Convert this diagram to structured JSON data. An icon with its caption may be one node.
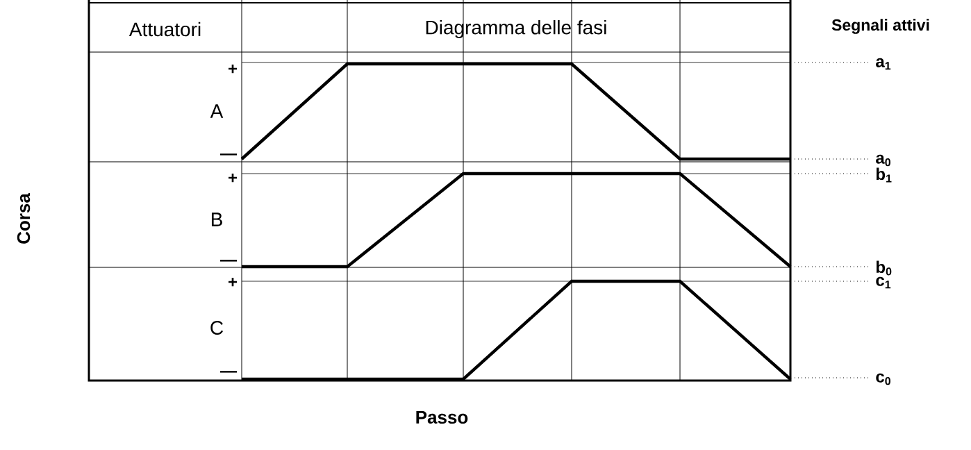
{
  "diagram": {
    "nodes": [
      {
        "text": [
          "a$_{1}$"
        ]
      },
      {
        "text": [
          "a$_{0}$"
        ]
      },
      {
        "text": [
          "b$_{1}$"
        ]
      },
      {
        "text": [
          "b$_{0}$"
        ]
      },
      {
        "text": [
          "c$_{1}$"
        ]
      },
      {
        "text": [
          "c$_{0}$"
        ]
      }
    ],
    "edges": [
      {
        "from": 0,
        "to": null,
        "arrow": "none"
      },
      {
        "from": 1,
        "to": null,
        "arrow": "none"
      },
      {
        "from": 2,
        "to": null,
        "arrow": "none"
      },
      {
        "from": 3,
        "to": null,
        "arrow": "none"
      },
      {
        "from": 4,
        "to": null,
        "arrow": "none"
      },
      {
        "from": 5,
        "to": null,
        "arrow": "none"
      }
    ],
    "labels": [
      "Attuatori",
      "Diagramma delle fasi",
      "Segnali attivi",
      "+",
      "A",
      "—",
      "+",
      "B",
      "—",
      "+",
      "C",
      "—",
      "Corsa",
      "Passo"
    ]
  }
}
